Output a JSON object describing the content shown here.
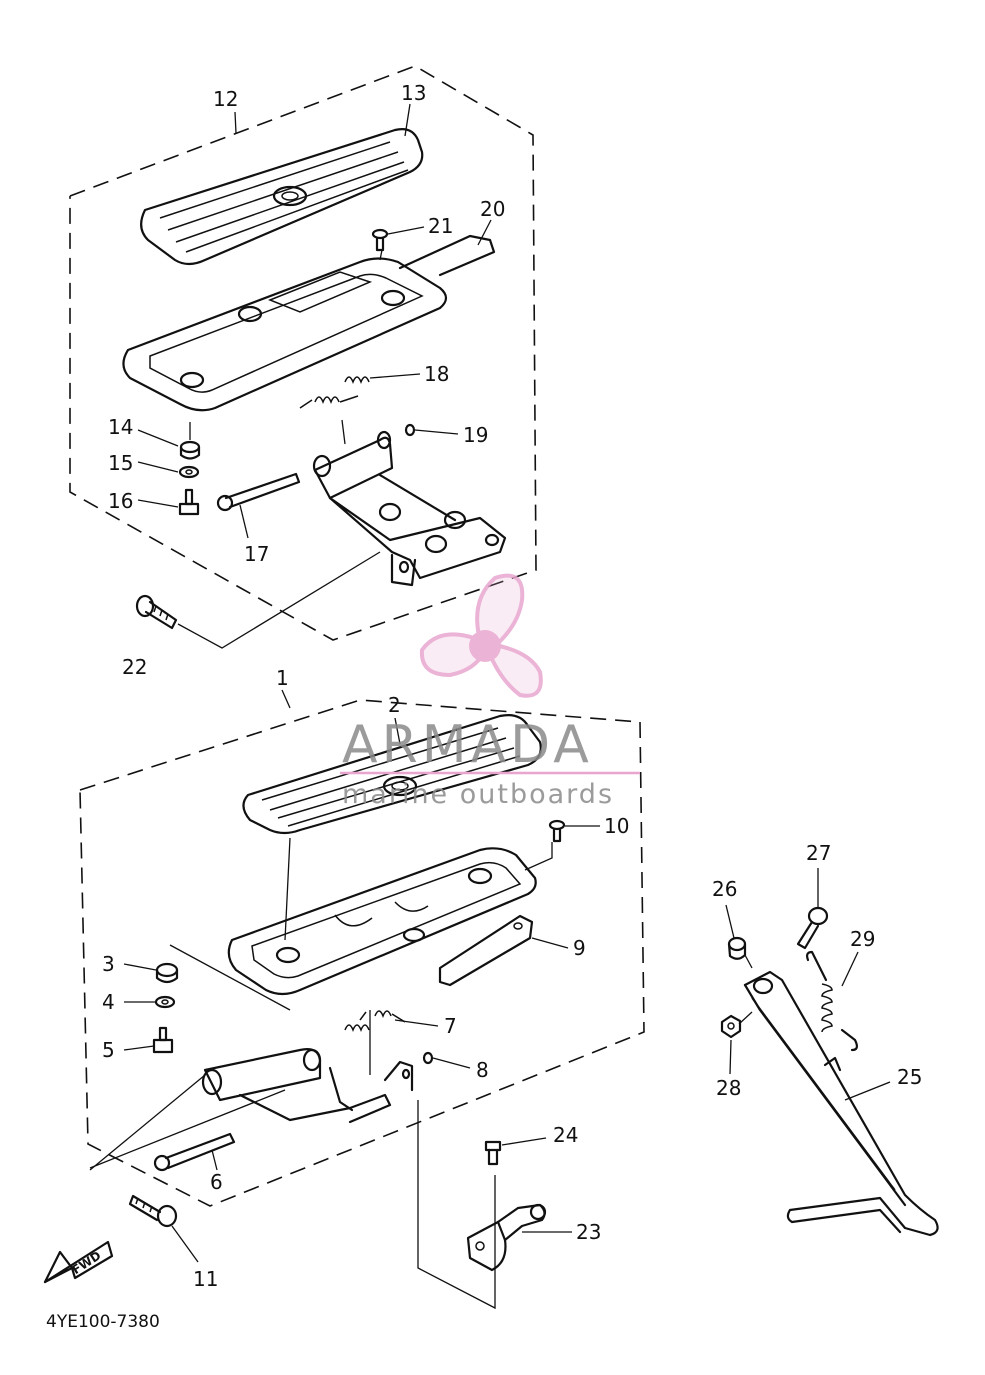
{
  "diagram_code": "4YE100-7380",
  "fwd_label": "FWD",
  "watermark": {
    "brand": "ARMADA",
    "tagline": "marine outboards",
    "propeller_color": "#e8a6cf",
    "line_color": "#e8a6cf"
  },
  "callouts": {
    "p1": "1",
    "p2": "2",
    "p3": "3",
    "p4": "4",
    "p5": "5",
    "p6": "6",
    "p7": "7",
    "p8": "8",
    "p9": "9",
    "p10": "10",
    "p11": "11",
    "p12": "12",
    "p13": "13",
    "p14": "14",
    "p15": "15",
    "p16": "16",
    "p17": "17",
    "p18": "18",
    "p19": "19",
    "p20": "20",
    "p21": "21",
    "p22": "22",
    "p23": "23",
    "p24": "24",
    "p25": "25",
    "p26": "26",
    "p27": "27",
    "p28": "28",
    "p29": "29"
  }
}
